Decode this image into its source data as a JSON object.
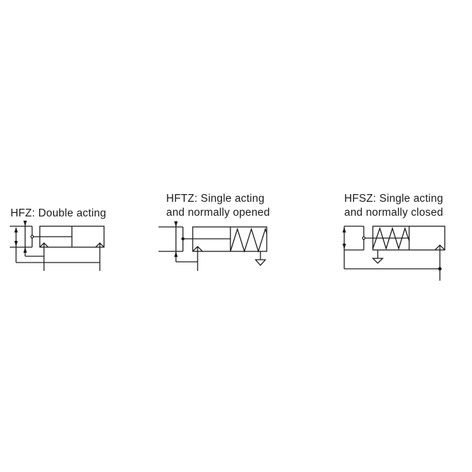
{
  "diagrams": [
    {
      "id": "hfz",
      "label_lines": [
        "HFZ: Double acting"
      ],
      "description": "Double acting"
    },
    {
      "id": "hftz",
      "label_lines": [
        "HFTZ: Single acting",
        "and normally opened"
      ],
      "description": "Single acting and normally opened"
    },
    {
      "id": "hfsz",
      "label_lines": [
        "HFSZ: Single acting",
        "and normally closed"
      ],
      "description": "Single acting and normally closed"
    }
  ],
  "colors": {
    "background": "#ffffff",
    "line": "#1a1a1a"
  }
}
